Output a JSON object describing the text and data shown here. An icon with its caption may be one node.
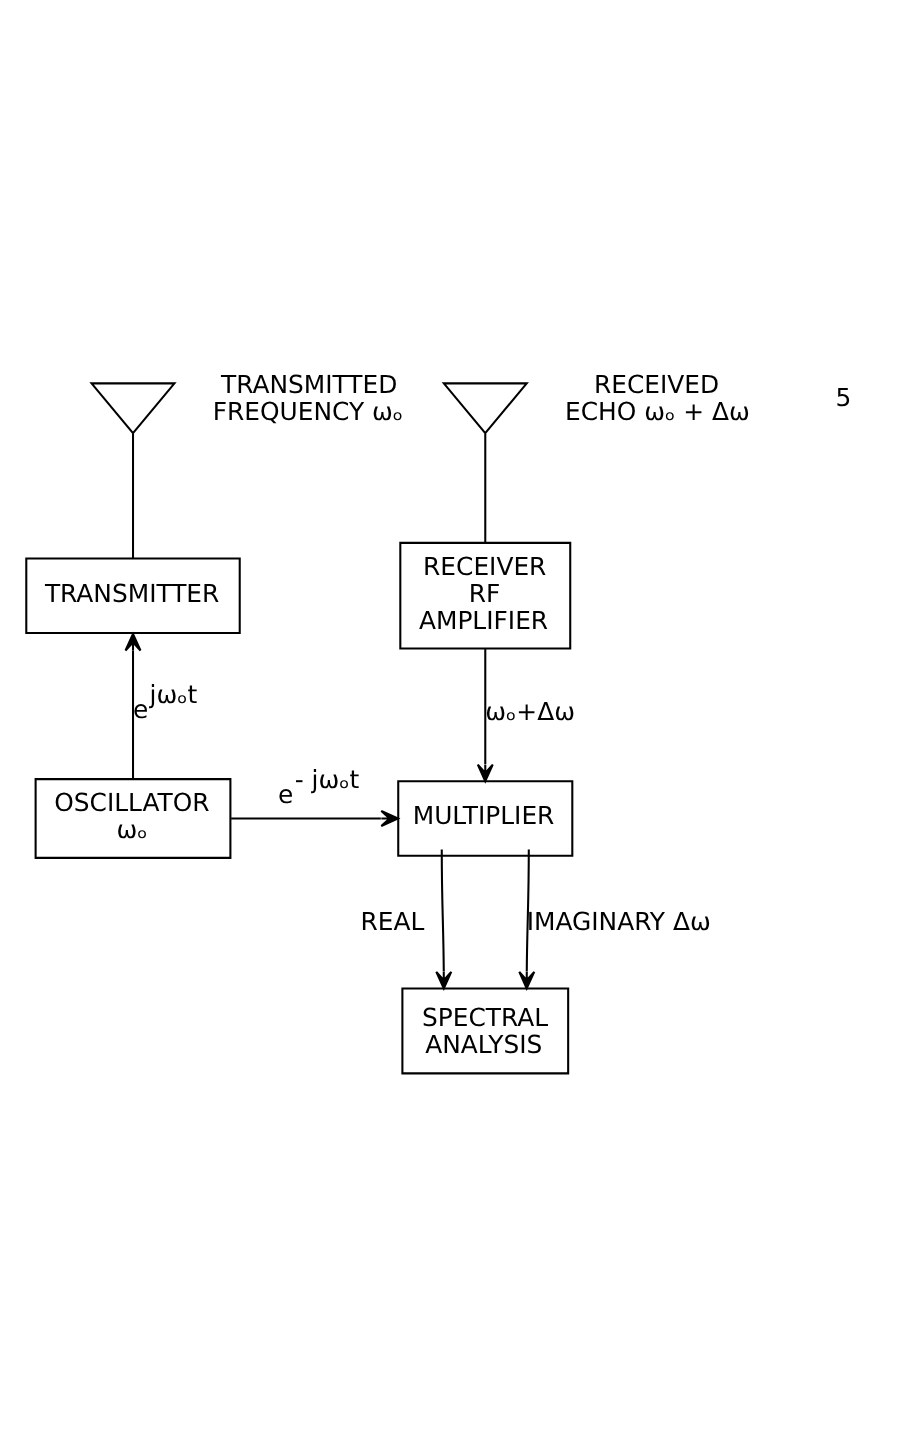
{
  "diagram": {
    "nodes": [
      {
        "text": [],
        "shape": "triangle",
        "beside": [
          "TRANSMITTED FREQUENCY ωₒ"
        ]
      },
      {
        "text": [],
        "shape": "triangle",
        "beside": [
          "RECEIVED ECHO ωₒ + Δω"
        ]
      },
      {
        "text": [
          "TRANSMITTER"
        ]
      },
      {
        "text": [
          "RECEIVER RF AMPLIFIER"
        ]
      },
      {
        "text": [
          "OSCILLATOR ωₒ"
        ]
      },
      {
        "text": [
          "MULTIPLIER"
        ]
      },
      {
        "text": [
          "SPECTRAL ANALYSIS"
        ]
      }
    ],
    "edges": [
      {
        "from": 0,
        "to": 2,
        "arrow": "none"
      },
      {
        "from": 1,
        "to": 3,
        "arrow": "none"
      },
      {
        "from": 4,
        "to": 2,
        "arrow": "to",
        "label": "e$^{jωₒt}$"
      },
      {
        "from": 3,
        "to": 5,
        "arrow": "to",
        "label": "ωₒ+Δω"
      },
      {
        "from": 4,
        "to": 5,
        "arrow": "to",
        "label": "e$^{- jωₒt}$"
      },
      {
        "from": 5,
        "to": 6,
        "arrow": "to",
        "label": "REAL"
      },
      {
        "from": 5,
        "to": 6,
        "arrow": "to",
        "label": "IMAGINARY Δω"
      }
    ],
    "labels": [
      "5"
    ]
  }
}
